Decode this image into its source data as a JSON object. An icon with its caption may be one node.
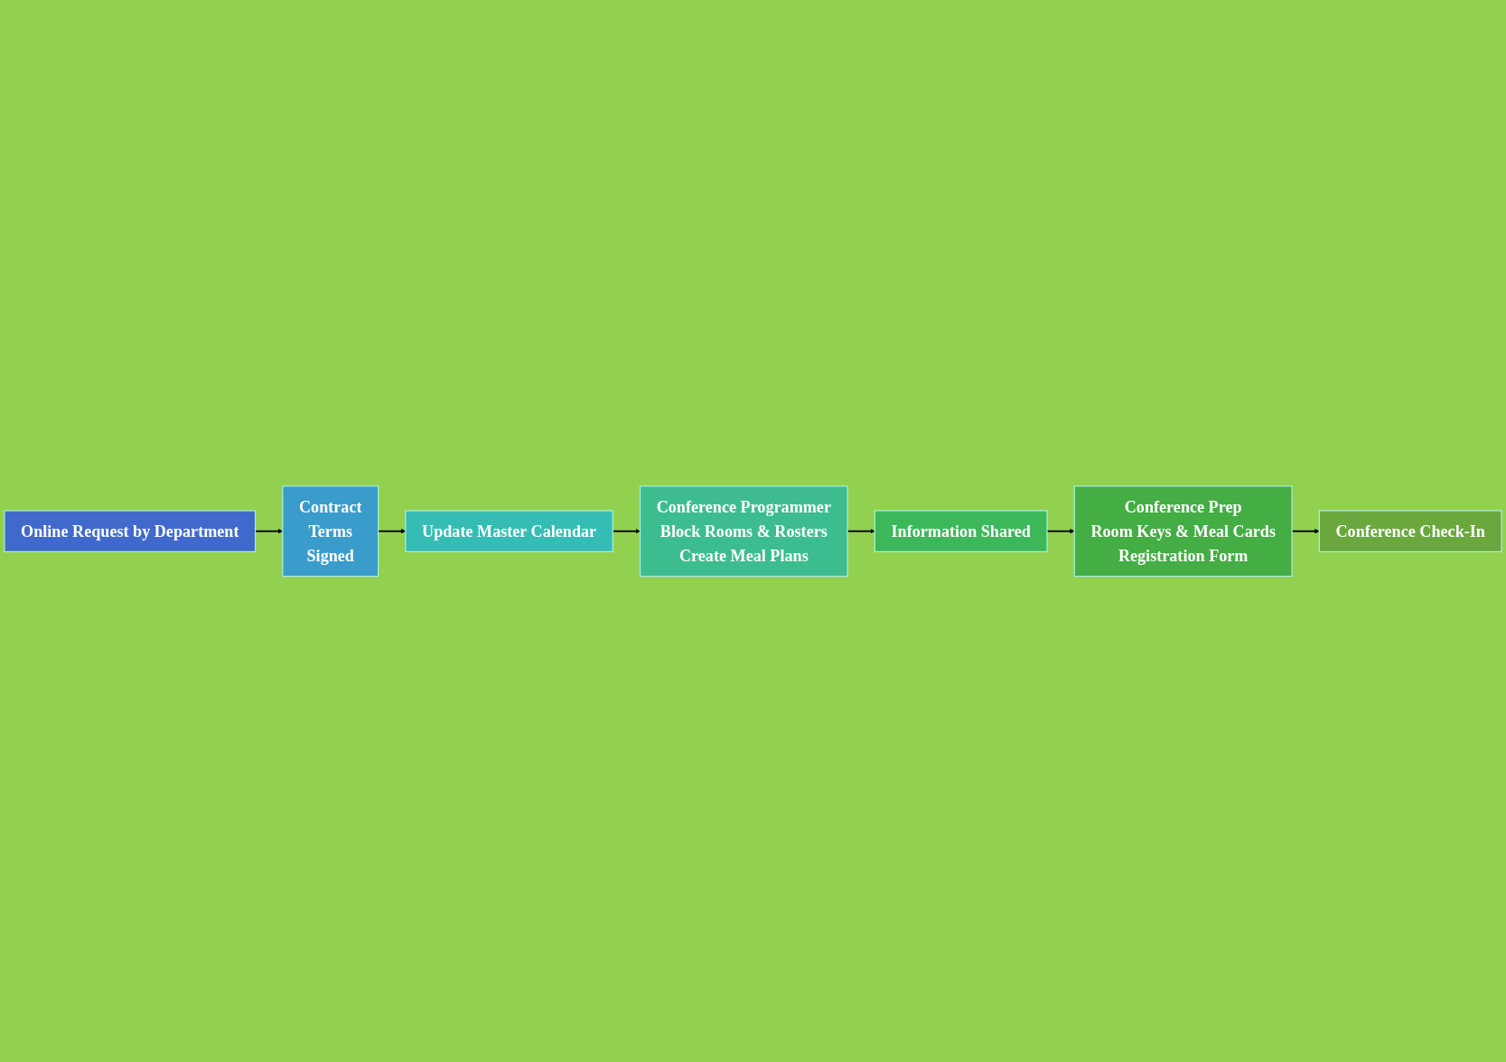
{
  "diagram": {
    "nodes": [
      {
        "text": [
          "Online Request by Department"
        ]
      },
      {
        "text": [
          "Contract",
          "Terms",
          "Signed"
        ]
      },
      {
        "text": [
          "Update Master Calendar"
        ]
      },
      {
        "text": [
          "Conference Programmer",
          "Block Rooms & Rosters",
          "Create Meal Plans"
        ]
      },
      {
        "text": [
          "Information Shared"
        ]
      },
      {
        "text": [
          "Conference Prep",
          "Room Keys & Meal Cards",
          "Registration Form"
        ]
      },
      {
        "text": [
          "Conference Check-In"
        ]
      }
    ],
    "edges": [
      {
        "from": 0,
        "to": 1,
        "arrow": "to"
      },
      {
        "from": 1,
        "to": 2,
        "arrow": "to"
      },
      {
        "from": 2,
        "to": 3,
        "arrow": "to"
      },
      {
        "from": 3,
        "to": 4,
        "arrow": "to"
      },
      {
        "from": 4,
        "to": 5,
        "arrow": "to"
      },
      {
        "from": 5,
        "to": 6,
        "arrow": "to"
      }
    ]
  }
}
